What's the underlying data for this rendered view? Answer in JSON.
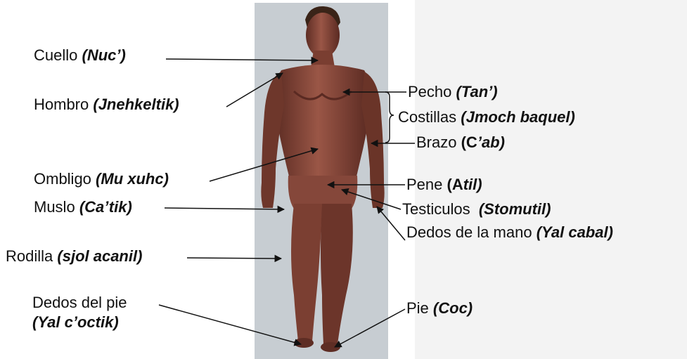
{
  "labels": {
    "cuello": {
      "name": "Cuello",
      "term": "(Nuc’)"
    },
    "hombro": {
      "name": "Hombro",
      "term": "(Jnehkeltik)"
    },
    "ombligo": {
      "name": "Ombligo",
      "term": "(Mu xuhc)"
    },
    "muslo": {
      "name": "Muslo",
      "term": "(Ca’tik)"
    },
    "rodilla": {
      "name": "Rodilla",
      "term": "(sjol acanil)"
    },
    "dedospie": {
      "name": "Dedos del pie",
      "term": "(Yal c’octik)"
    },
    "pecho": {
      "name": "Pecho",
      "term": "(Tan’)"
    },
    "costillas": {
      "name": "Costillas",
      "term": "(Jmoch baquel)"
    },
    "brazo": {
      "name": "Brazo",
      "term_a": "(C",
      "term_b": "’ab)"
    },
    "pene": {
      "name": "Pene",
      "term_a": "(A",
      "term_b": "til)"
    },
    "testiculos": {
      "name": "Testiculos",
      "term": "(Stomutil)"
    },
    "dedosmano": {
      "name": "Dedos de la mano",
      "term": "(Yal cabal)"
    },
    "pie": {
      "name": "Pie",
      "term": "(Coc)"
    }
  },
  "colors": {
    "skin": "#8a4a3c",
    "skin_dark": "#5e2d24",
    "hair": "#3a2418",
    "photo_bg": "#c7cdd2",
    "line": "#111111"
  }
}
